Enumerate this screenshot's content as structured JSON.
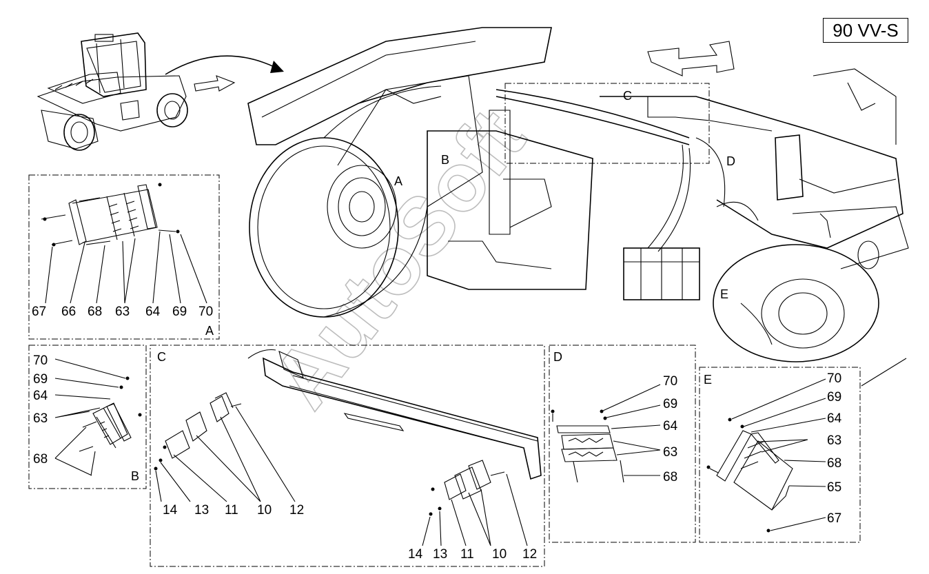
{
  "model": "90 VV-S",
  "watermark": "AutoSoft",
  "views": [
    {
      "id": "A",
      "labels": [
        "67",
        "66",
        "68",
        "63",
        "64",
        "69",
        "70"
      ]
    },
    {
      "id": "B",
      "labels": [
        "70",
        "69",
        "64",
        "63",
        "68"
      ]
    },
    {
      "id": "C",
      "labels": [
        "14",
        "13",
        "11",
        "10",
        "12",
        "14",
        "13",
        "11",
        "10",
        "12"
      ]
    },
    {
      "id": "D",
      "labels": [
        "70",
        "69",
        "64",
        "63",
        "68"
      ]
    },
    {
      "id": "E",
      "labels": [
        "70",
        "69",
        "64",
        "63",
        "68",
        "65",
        "67"
      ]
    }
  ],
  "main_callouts": [
    "A",
    "B",
    "C",
    "D",
    "E"
  ]
}
